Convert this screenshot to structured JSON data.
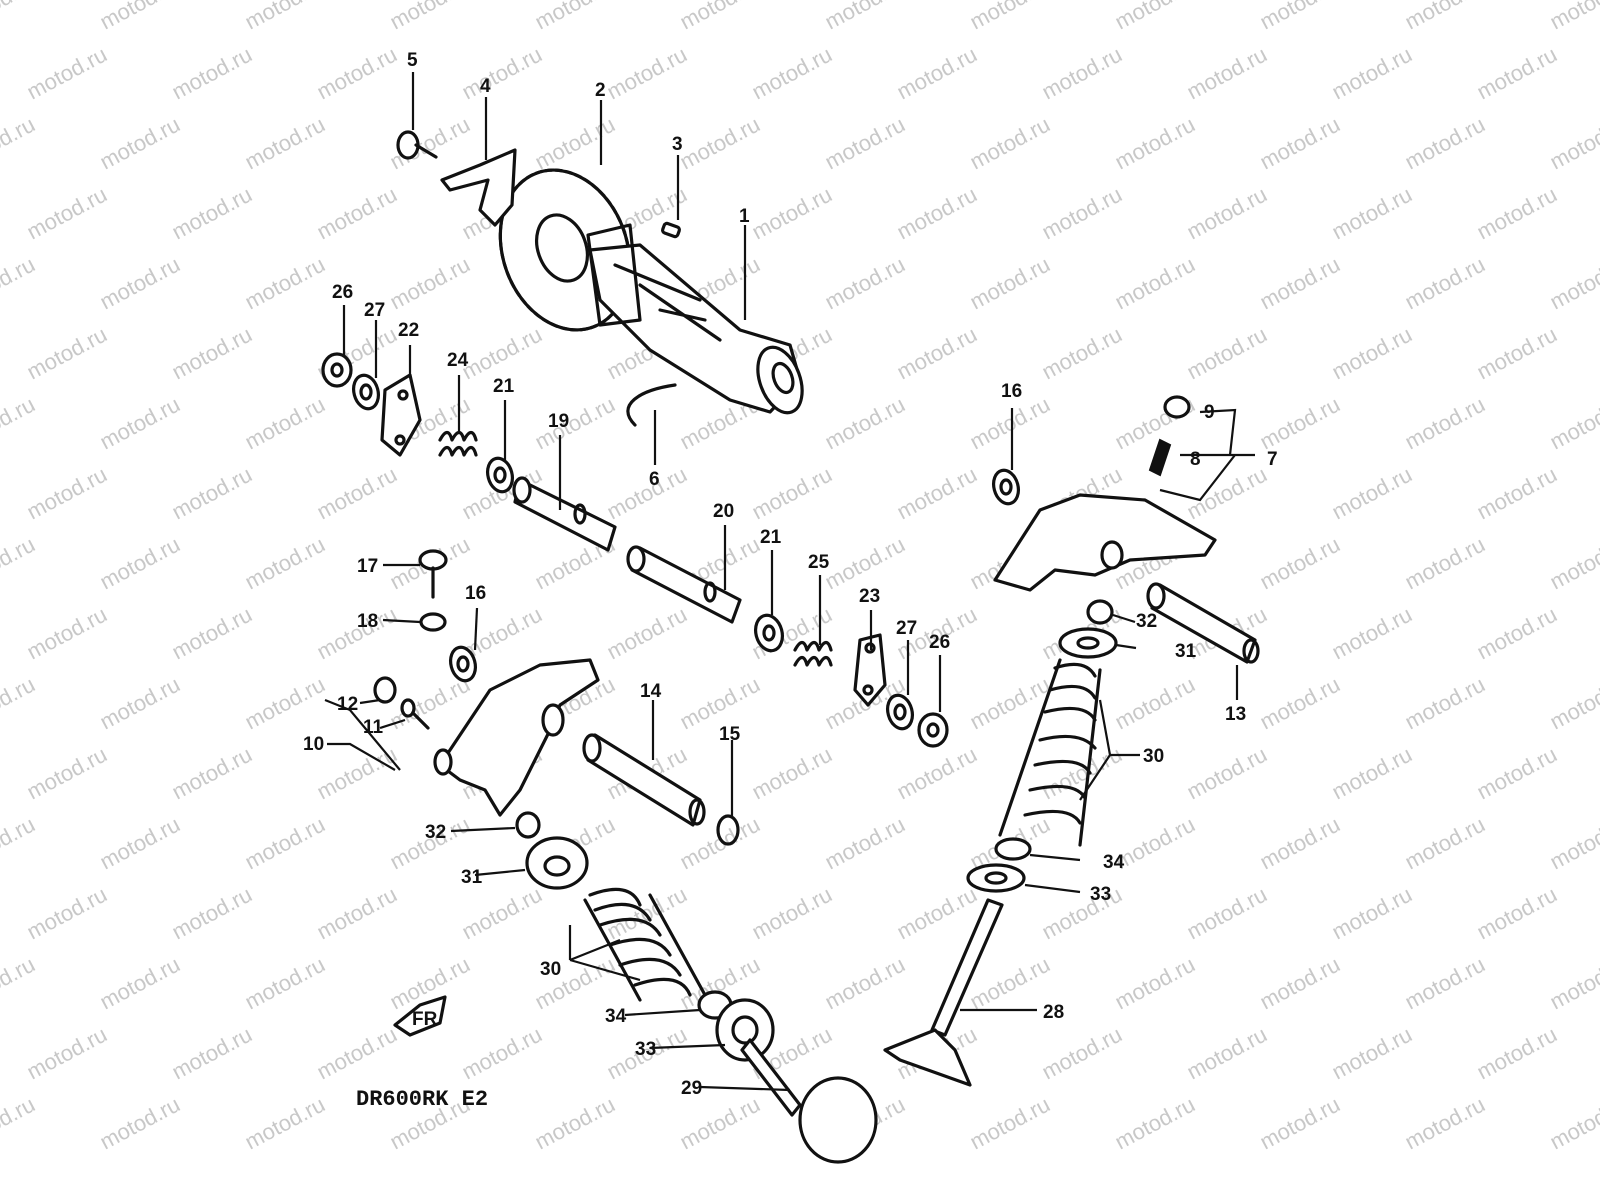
{
  "watermark": "motod.ru",
  "model_label": "DR600RK E2",
  "front_badge": "FR",
  "callouts": {
    "c1": "1",
    "c2": "2",
    "c3": "3",
    "c4": "4",
    "c5": "5",
    "c6": "6",
    "c7": "7",
    "c8": "8",
    "c9": "9",
    "c10": "10",
    "c11": "11",
    "c12": "12",
    "c13": "13",
    "c14": "14",
    "c15": "15",
    "c16a": "16",
    "c16b": "16",
    "c17": "17",
    "c18": "18",
    "c19": "19",
    "c20": "20",
    "c21a": "21",
    "c21b": "21",
    "c22": "22",
    "c23": "23",
    "c24": "24",
    "c25": "25",
    "c26a": "26",
    "c26b": "26",
    "c27a": "27",
    "c27b": "27",
    "c28": "28",
    "c29": "29",
    "c30a": "30",
    "c30b": "30",
    "c31a": "31",
    "c31b": "31",
    "c32a": "32",
    "c32b": "32",
    "c33a": "33",
    "c33b": "33",
    "c34a": "34",
    "c34b": "34"
  }
}
